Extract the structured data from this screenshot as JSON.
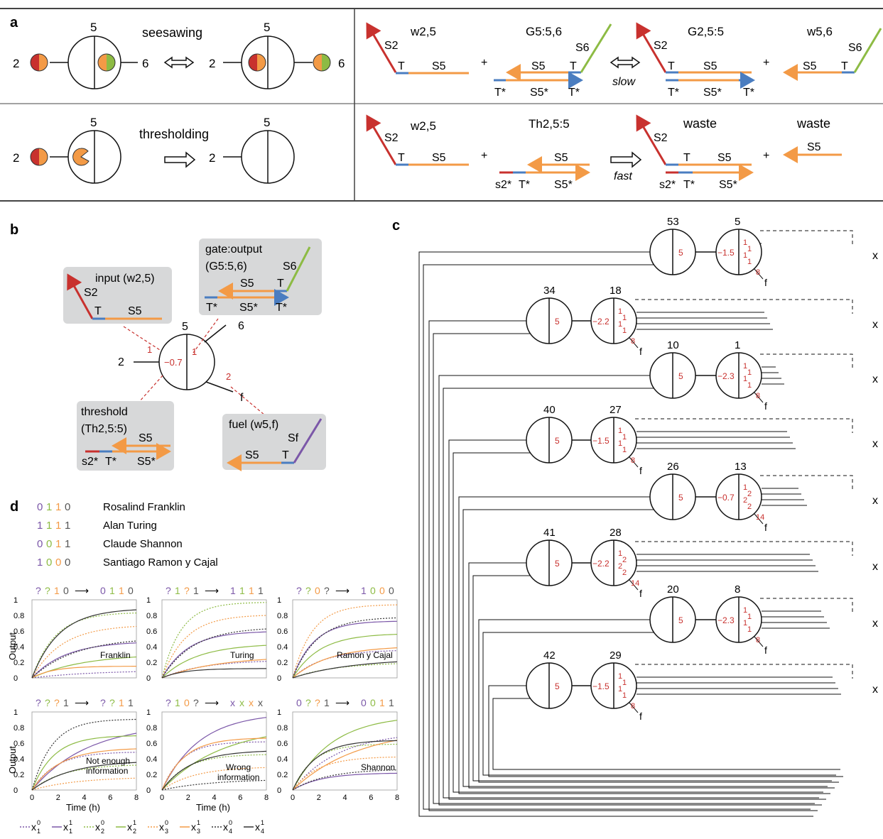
{
  "panel_letters": {
    "a": "a",
    "b": "b",
    "c": "c",
    "d": "d"
  },
  "colors": {
    "red": "#c8312e",
    "blue": "#4a7dc0",
    "orange": "#f39a46",
    "green": "#8dbb44",
    "purple": "#7b57a8",
    "gray_box": "#d7d8d9",
    "annotation_red": "#c8312e"
  },
  "panel_a": {
    "seesaw_label": "seesawing",
    "threshold_label": "thresholding",
    "node_2": "2",
    "node_5": "5",
    "node_6": "6",
    "w25": "w2,5",
    "G556": "G5:5,6",
    "G255": "G2,5:5",
    "w56": "w5,6",
    "Th255": "Th2,5:5",
    "waste1": "waste",
    "waste2": "waste",
    "slow": "slow",
    "fast": "fast",
    "plus": "+",
    "S2": "S2",
    "S5": "S5",
    "S6": "S6",
    "T": "T",
    "S5star": "S5*",
    "Tstar": "T*",
    "s2star": "s2*"
  },
  "panel_b": {
    "input_label": "input (w2,5)",
    "gate_label": "gate:output",
    "gate_sub": "(G5:5,6)",
    "threshold_label": "threshold",
    "threshold_sub": "(Th2,5:5)",
    "fuel_label": "fuel (w5,f)",
    "node_5": "5",
    "node_6": "6",
    "node_2": "2",
    "node_f": "f",
    "threshold_value": "−0.7",
    "weight_1": "1",
    "weight_2": "2",
    "weight_gate": "1",
    "S2": "S2",
    "S5": "S5",
    "S6": "S6",
    "Sf": "Sf",
    "T": "T",
    "Tstar": "T*",
    "S5star": "S5*",
    "s2star": "s2*"
  },
  "panel_c": {
    "rows": [
      {
        "left": "53",
        "right": "5",
        "left_val": "5",
        "thr": "−1.5",
        "w": [
          "1",
          "1",
          "1",
          "1"
        ],
        "fuel": "8",
        "f": "f",
        "x": "x"
      },
      {
        "left": "34",
        "right": "18",
        "left_val": "5",
        "thr": "−2.2",
        "w": [
          "1",
          "1",
          "1",
          "1"
        ],
        "fuel": "8",
        "f": "f",
        "x": "x"
      },
      {
        "left": "10",
        "right": "1",
        "left_val": "5",
        "thr": "−2.3",
        "w": [
          "1",
          "1",
          "1",
          "1"
        ],
        "fuel": "8",
        "f": "f",
        "x": "x"
      },
      {
        "left": "40",
        "right": "27",
        "left_val": "5",
        "thr": "−1.5",
        "w": [
          "1",
          "1",
          "1",
          "1"
        ],
        "fuel": "8",
        "f": "f",
        "x": "x"
      },
      {
        "left": "26",
        "right": "13",
        "left_val": "5",
        "thr": "−0.7",
        "w": [
          "1",
          "2",
          "2",
          "2"
        ],
        "fuel": "14",
        "f": "f",
        "x": "x"
      },
      {
        "left": "41",
        "right": "28",
        "left_val": "5",
        "thr": "−2.2",
        "w": [
          "1",
          "2",
          "2",
          "2"
        ],
        "fuel": "14",
        "f": "f",
        "x": "x"
      },
      {
        "left": "20",
        "right": "8",
        "left_val": "5",
        "thr": "−2.3",
        "w": [
          "1",
          "1",
          "1",
          "1"
        ],
        "fuel": "8",
        "f": "f",
        "x": "x"
      },
      {
        "left": "42",
        "right": "29",
        "left_val": "5",
        "thr": "−1.5",
        "w": [
          "1",
          "1",
          "1",
          "1"
        ],
        "fuel": "8",
        "f": "f",
        "x": "x"
      }
    ]
  },
  "panel_d": {
    "legend_rows": [
      {
        "code": "0 1 1 0",
        "name": "Rosalind Franklin"
      },
      {
        "code": "1 1 1 1",
        "name": "Alan Turing"
      },
      {
        "code": "0 0 1 1",
        "name": "Claude Shannon"
      },
      {
        "code": "1 0 0 0",
        "name": "Santiago Ramon y Cajal"
      }
    ],
    "ylabel": "Output",
    "xlabel": "Time (h)",
    "yticks": [
      "0",
      "0.2",
      "0.4",
      "0.6",
      "0.8",
      "1"
    ],
    "xticks": [
      "0",
      "2",
      "4",
      "6",
      "8"
    ],
    "plots": [
      {
        "header_left": "? ? 1 0",
        "header_right": "0 1 1 0",
        "label": "Franklin"
      },
      {
        "header_left": "? 1 ? 1",
        "header_right": "1 1 1 1",
        "label": "Turing"
      },
      {
        "header_left": "? ? 0 ?",
        "header_right": "1 0 0 0",
        "label": "Ramon y Cajal"
      },
      {
        "header_left": "? ? ? 1",
        "header_right": "? ? 1 1",
        "label": "Not enough information"
      },
      {
        "header_left": "? 1 0 ?",
        "header_right": "x x x x",
        "label": "Wrong information"
      },
      {
        "header_left": "0 ? ? 1",
        "header_right": "0 0 1 1",
        "label": "Shannon"
      }
    ],
    "series_legend": [
      "x1 0",
      "x1 1",
      "x2 0",
      "x2 1",
      "x3 0",
      "x3 1",
      "x4 0",
      "x4 1"
    ]
  }
}
